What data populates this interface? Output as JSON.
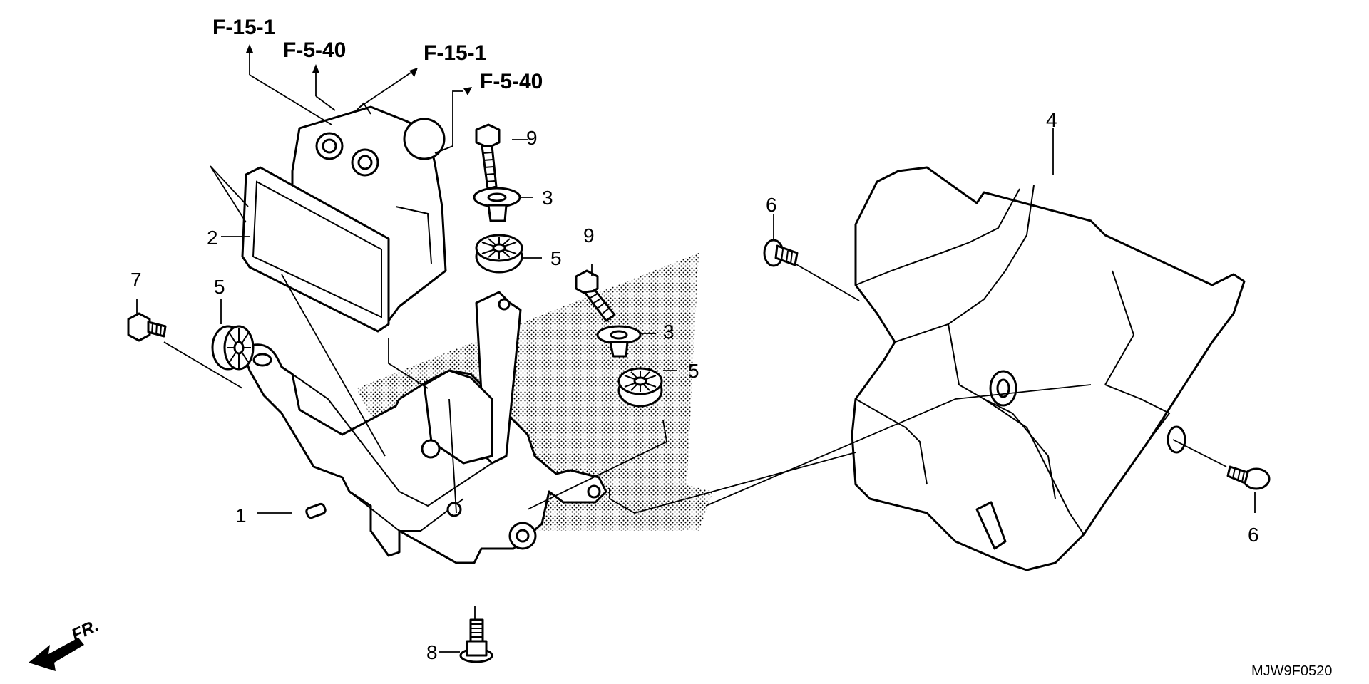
{
  "references": [
    {
      "id": "ref-1",
      "text": "F-15-1"
    },
    {
      "id": "ref-2",
      "text": "F-5-40"
    },
    {
      "id": "ref-3",
      "text": "F-15-1"
    },
    {
      "id": "ref-4",
      "text": "F-5-40"
    }
  ],
  "callouts": {
    "c1": "1",
    "c2": "2",
    "c3a": "3",
    "c3b": "3",
    "c4": "4",
    "c5a": "5",
    "c5b": "5",
    "c5c": "5",
    "c6a": "6",
    "c6b": "6",
    "c7": "7",
    "c8": "8",
    "c9a": "9",
    "c9b": "9"
  },
  "direction_label": "FR.",
  "diagram_code": "MJW9F0520"
}
